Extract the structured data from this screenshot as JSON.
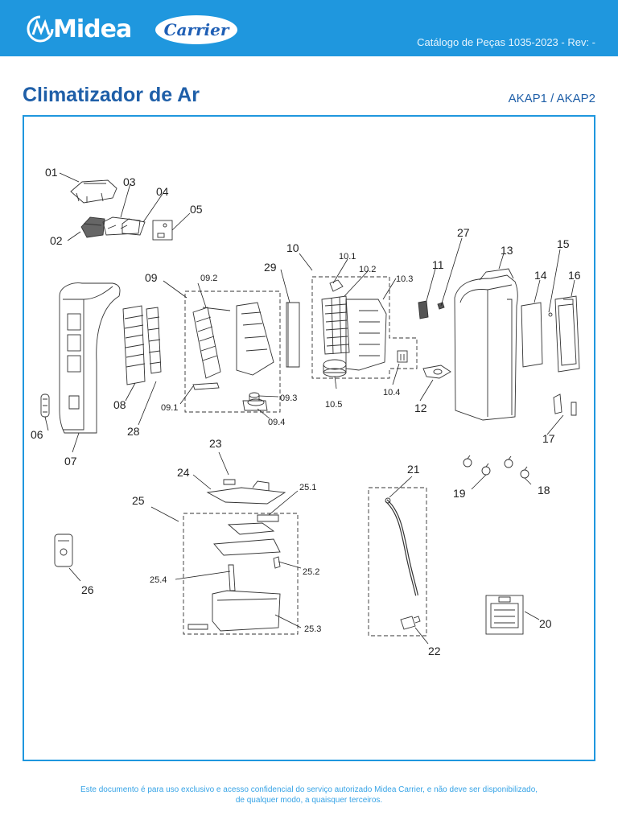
{
  "header": {
    "brand_midea": "Midea",
    "brand_carrier": "Carrier",
    "catalog": "Catálogo de Peças 1035-2023 - Rev: -"
  },
  "title": "Climatizador de Ar",
  "models": "AKAP1 / AKAP2",
  "parts": {
    "p01": "01",
    "p02": "02",
    "p03": "03",
    "p04": "04",
    "p05": "05",
    "p06": "06",
    "p07": "07",
    "p08": "08",
    "p09": "09",
    "p09_1": "09.1",
    "p09_2": "09.2",
    "p09_3": "09.3",
    "p09_4": "09.4",
    "p10": "10",
    "p10_1": "10.1",
    "p10_2": "10.2",
    "p10_3": "10.3",
    "p10_4": "10.4",
    "p10_5": "10.5",
    "p11": "11",
    "p12": "12",
    "p13": "13",
    "p14": "14",
    "p15": "15",
    "p16": "16",
    "p17": "17",
    "p18": "18",
    "p19": "19",
    "p20": "20",
    "p21": "21",
    "p22": "22",
    "p23": "23",
    "p24": "24",
    "p25": "25",
    "p25_1": "25.1",
    "p25_2": "25.2",
    "p25_3": "25.3",
    "p25_4": "25.4",
    "p26": "26",
    "p27": "27",
    "p28": "28",
    "p29": "29"
  },
  "footer": {
    "line1": "Este documento é para uso exclusivo e acesso confidencial do serviço autorizado Midea Carrier, e não deve ser disponibilizado,",
    "line2": "de qualquer modo, a quaisquer terceiros."
  },
  "colors": {
    "header": "#1f97de",
    "title": "#1f5fa8",
    "frame": "#1f97de"
  }
}
